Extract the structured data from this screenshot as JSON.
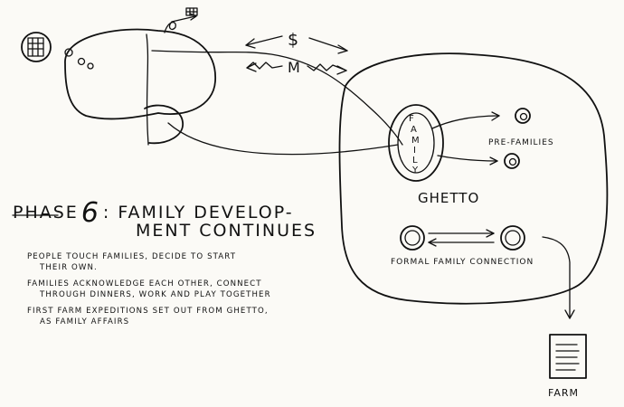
{
  "title": {
    "phase_word": "PHASE",
    "phase_number": "6",
    "line1": ": FAMILY DEVELOP-",
    "line2": "MENT CONTINUES"
  },
  "description": [
    {
      "first": "PEOPLE TOUCH FAMILIES, DECIDE TO START",
      "rest": "THEIR OWN."
    },
    {
      "first": "FAMILIES ACKNOWLEDGE EACH OTHER, CONNECT",
      "rest": "THROUGH DINNERS, WORK AND PLAY TOGETHER"
    },
    {
      "first": "FIRST FARM EXPEDITIONS SET OUT FROM GHETTO,",
      "rest": "AS FAMILY AFFAIRS"
    }
  ],
  "exchange_labels": {
    "money": "$",
    "m": "M"
  },
  "ghetto": {
    "label": "GHETTO",
    "family_letters": [
      "F",
      "A",
      "M",
      "I",
      "L",
      "Y"
    ],
    "pre_families_label": "PRE-FAMILIES",
    "formal_connection_label": "FORMAL FAMILY CONNECTION"
  },
  "farm_label": "FARM"
}
